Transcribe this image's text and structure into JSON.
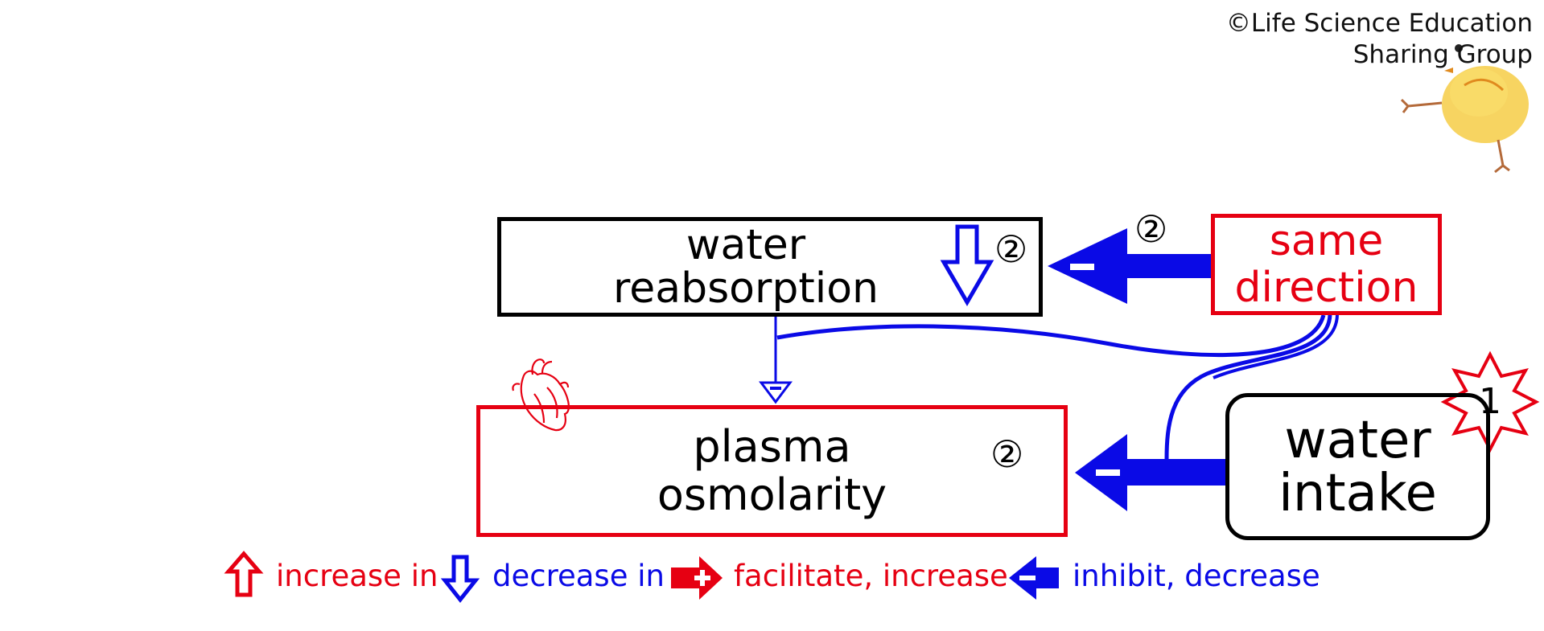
{
  "copyright": {
    "line1": "©Life Science Education",
    "line2": "Sharing Group"
  },
  "nodes": {
    "water_reabsorption": {
      "line1": "water",
      "line2": "reabsorption"
    },
    "same_direction": {
      "line1": "same",
      "line2": "direction"
    },
    "plasma_osmolarity": {
      "line1": "plasma",
      "line2": "osmolarity"
    },
    "water_intake": {
      "line1": "water",
      "line2": "intake"
    }
  },
  "markers": {
    "reabsorption_step": "②",
    "arrow_step": "②",
    "plasma_step": "②",
    "start_step": "1"
  },
  "legend": {
    "increase": "increase in",
    "decrease": "decrease in",
    "facilitate": "facilitate, increase",
    "inhibit": "inhibit, decrease"
  },
  "colors": {
    "red": "#e60012",
    "blue": "#0a0ae6",
    "black": "#000000"
  },
  "icons": [
    "chick-mascot-icon",
    "heart-icon",
    "starburst-icon"
  ]
}
